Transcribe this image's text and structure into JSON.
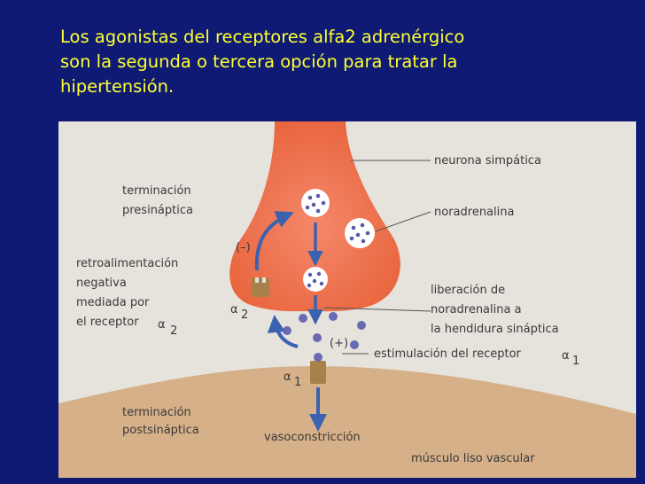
{
  "slide": {
    "title_lines": [
      "Los agonistas del receptores alfa2 adrenérgico",
      "son la segunda o tercera opción para tratar la",
      "hipertensión."
    ]
  },
  "figure": {
    "labels": {
      "presynaptic_1": "terminación",
      "presynaptic_2": "presináptica",
      "neurona": "neurona simpática",
      "noradrenalina": "noradrenalina",
      "feedback_sign": "(–)",
      "feedback_1": "retroalimentación",
      "feedback_2": "negativa",
      "feedback_3": "mediada por",
      "feedback_4": "el receptor",
      "alpha2_symbol": "α",
      "alpha2_sub": "2",
      "release_1": "liberación de",
      "release_2": "noradrenalina a",
      "release_3": "la hendidura sináptica",
      "stim_sign": "(+)",
      "stim_label": "estimulación del receptor",
      "alpha1_symbol": "α",
      "alpha1_sub": "1",
      "postsynaptic_1": "terminación",
      "postsynaptic_2": "postsináptica",
      "vasoconstriccion": "vasoconstricción",
      "musculo": "músculo liso vascular"
    },
    "colors": {
      "background": "#e8e5dd",
      "neuron": "#ee7247",
      "muscle": "#d8b48a",
      "arrow": "#3a62b0",
      "vesicle_dot": "#5a5aa8",
      "receptor": "#a8804a"
    }
  }
}
